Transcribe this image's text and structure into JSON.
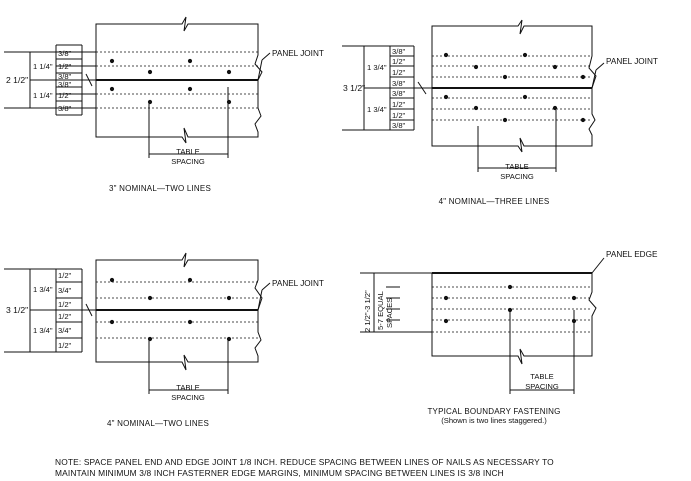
{
  "diagrams": {
    "d1": {
      "caption": "3\" NOMINAL—TWO LINES",
      "total": "2 1/2\"",
      "groups": [
        "1 1/4\"",
        "1 1/4\""
      ],
      "rows": [
        "3/8\"",
        "1/2\"",
        "3/8\"",
        "3/8\"",
        "1/2\"",
        "3/8\""
      ],
      "callout": "PANEL JOINT",
      "spacing_label": [
        "TABLE",
        "SPACING"
      ]
    },
    "d2": {
      "caption": "4\" NOMINAL—THREE LINES",
      "total": "3 1/2\"",
      "groups": [
        "1 3/4\"",
        "1 3/4\""
      ],
      "rows": [
        "3/8\"",
        "1/2\"",
        "1/2\"",
        "3/8\"",
        "3/8\"",
        "1/2\"",
        "1/2\"",
        "3/8\""
      ],
      "callout": "PANEL JOINT",
      "spacing_label": [
        "TABLE",
        "SPACING"
      ]
    },
    "d3": {
      "caption": "4\" NOMINAL—TWO LINES",
      "total": "3 1/2\"",
      "groups": [
        "1 3/4\"",
        "1 3/4\""
      ],
      "rows": [
        "1/2\"",
        "3/4\"",
        "1/2\"",
        "1/2\"",
        "3/4\"",
        "1/2\""
      ],
      "callout": "PANEL JOINT",
      "spacing_label": [
        "TABLE",
        "SPACING"
      ]
    },
    "d4": {
      "caption": "TYPICAL BOUNDARY FASTENING",
      "subcaption": "(Shown is two lines staggered.)",
      "range": "2 1/2\"-3 1/2\"",
      "equal_spaces": [
        "5-7 EQUAL",
        "SPACES"
      ],
      "callout": "PANEL EDGE",
      "spacing_label": [
        "TABLE",
        "SPACING"
      ]
    }
  },
  "note": [
    "NOTE: SPACE PANEL END AND EDGE JOINT 1/8 INCH. REDUCE SPACING BETWEEN LINES OF NAILS AS NECESSARY TO",
    "MAINTAIN MINIMUM 3/8 INCH FASTERNER EDGE MARGINS, MINIMUM SPACING BETWEEN LINES IS 3/8 INCH"
  ]
}
